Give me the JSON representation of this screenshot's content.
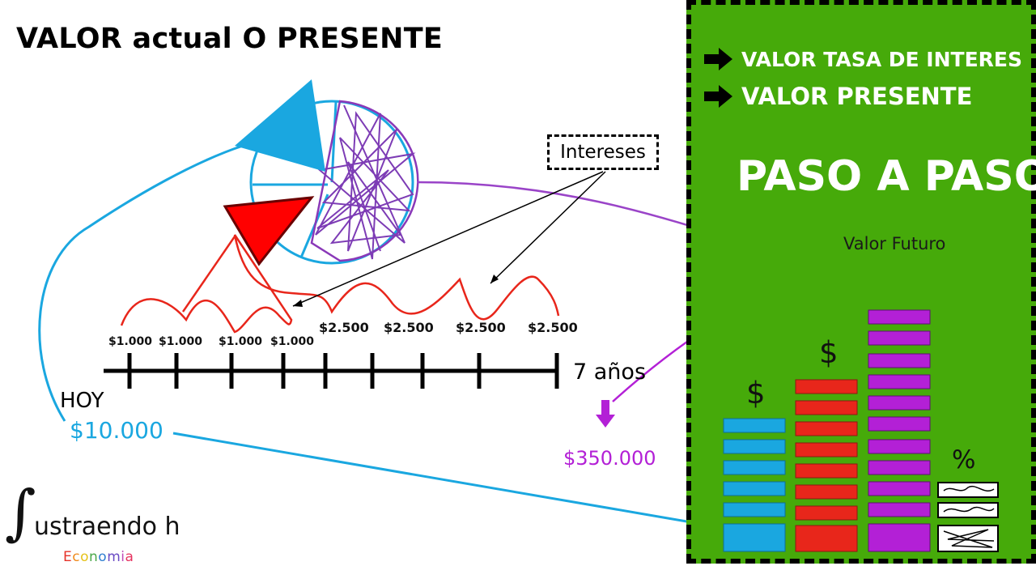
{
  "title": "VALOR actual O PRESENTE",
  "panel": {
    "items": [
      "VALOR TASA DE INTERES",
      "VALOR PRESENTE"
    ],
    "heading": "PASO A PASO",
    "future_value_label": "Valor Futuro",
    "currency_symbol": "$",
    "percent_symbol": "%"
  },
  "interest_label": "Intereses",
  "payments_small": [
    "$1.000",
    "$1.000",
    "$1.000",
    "$1.000"
  ],
  "payments_large": [
    "$2.500",
    "$2.500",
    "$2.500",
    "$2.500"
  ],
  "timeline_label": "7 años",
  "today_label": "HOY",
  "present_value": "$10.000",
  "future_value": "$350.000",
  "logo": {
    "symbol": "∫",
    "text": "ustraendo h",
    "sub_letters": [
      "E",
      "c",
      "o",
      "n",
      "o",
      "m",
      "i",
      "a"
    ]
  },
  "colors": {
    "panel_green": "#46aa0a",
    "cyan": "#1aa7e0",
    "red": "#e8261b",
    "purple": "#b320d6",
    "logo_letters": [
      "#e63329",
      "#f08a1c",
      "#e6c21a",
      "#4aa84a",
      "#2f7fd1",
      "#6a4bc4",
      "#c04ab8",
      "#e63360"
    ]
  }
}
